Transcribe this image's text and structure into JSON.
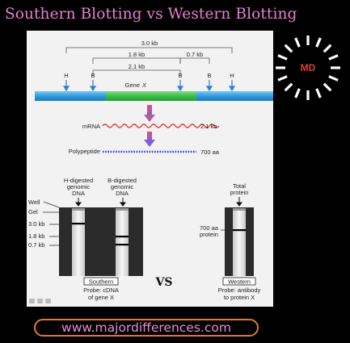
{
  "header": {
    "title": "Southern Blotting  vs Western Blotting"
  },
  "logo": {
    "text": "MD"
  },
  "footer": {
    "url": "www.majordifferences.com"
  },
  "colors": {
    "title": "#ea7fd0",
    "dna_blue": "#2f9be0",
    "gene_green": "#3bbf4a",
    "mrna_red": "#e33b3b",
    "polypeptide_blue": "#3a3fe0",
    "url_border": "#e07a2c"
  },
  "gene_map": {
    "span_3kb": "3.0 kb",
    "span_1_8kb": "1.8 kb",
    "span_0_7kb": "0.7 kb",
    "span_2_1kb": "2.1 kb",
    "gene_label": "Gene",
    "gene_name": "X",
    "site_h": "H",
    "site_b": "B"
  },
  "transcript": {
    "mrna_label": "mRNA",
    "mrna_size": "2.1 kb",
    "polypeptide_label": "Polypeptide",
    "polypeptide_size": "700 aa"
  },
  "southern": {
    "lane1_header": [
      "H-digested",
      "genomic",
      "DNA"
    ],
    "lane2_header": [
      "B-digested",
      "genomic",
      "DNA"
    ],
    "well_label": "Well",
    "gel_label": "Gel",
    "size_markers": [
      "3.0 kb",
      "1.8 kb",
      "0.7 kb"
    ],
    "blot_label": "Southern",
    "probe_caption": [
      "Probe: cDNA",
      "of gene X"
    ]
  },
  "vs_label": "VS",
  "western": {
    "header": [
      "Total",
      "protein"
    ],
    "band_label": [
      "700 aa",
      "protein"
    ],
    "blot_label": "Western",
    "probe_caption": [
      "Probe: antibody",
      "to protein X"
    ]
  }
}
